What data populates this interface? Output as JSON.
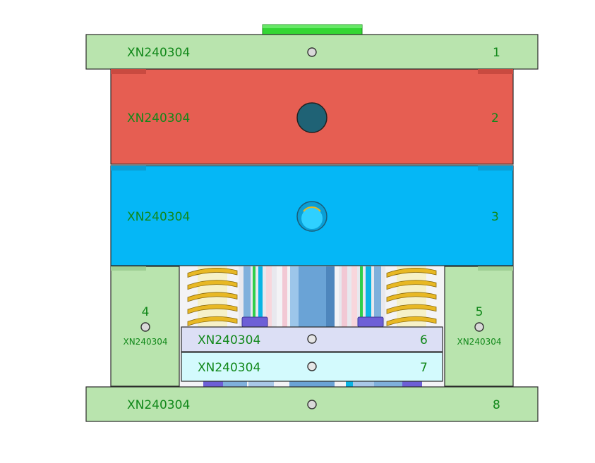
{
  "plates": [
    {
      "id": "plate-1",
      "code": "XN240304",
      "number": "1",
      "color": "#b9e4ae"
    },
    {
      "id": "plate-2",
      "code": "XN240304",
      "number": "2",
      "color": "#e65e52"
    },
    {
      "id": "plate-3",
      "code": "XN240304",
      "number": "3",
      "color": "#05b7f6"
    },
    {
      "id": "plate-4",
      "code": "XN240304",
      "number": "4",
      "color": "#b9e4ae"
    },
    {
      "id": "plate-5",
      "code": "XN240304",
      "number": "5",
      "color": "#b9e4ae"
    },
    {
      "id": "plate-6",
      "code": "XN240304",
      "number": "6",
      "color": "#dcdff5"
    },
    {
      "id": "plate-7",
      "code": "XN240304",
      "number": "7",
      "color": "#d3fafd"
    },
    {
      "id": "plate-8",
      "code": "XN240304",
      "number": "8",
      "color": "#b9e4ae"
    }
  ],
  "colors": {
    "label_text": "#11881a",
    "outline": "#2a2a2a",
    "locating_ring": "#33d633",
    "spring": "#e8b824",
    "pin_head": "#6d5fd6",
    "ejector_pin": "#7fb0dc",
    "sprue": "#1f6275"
  },
  "icons": [
    "screw-hole-icon",
    "sprue-hole-icon",
    "spring-icon"
  ]
}
